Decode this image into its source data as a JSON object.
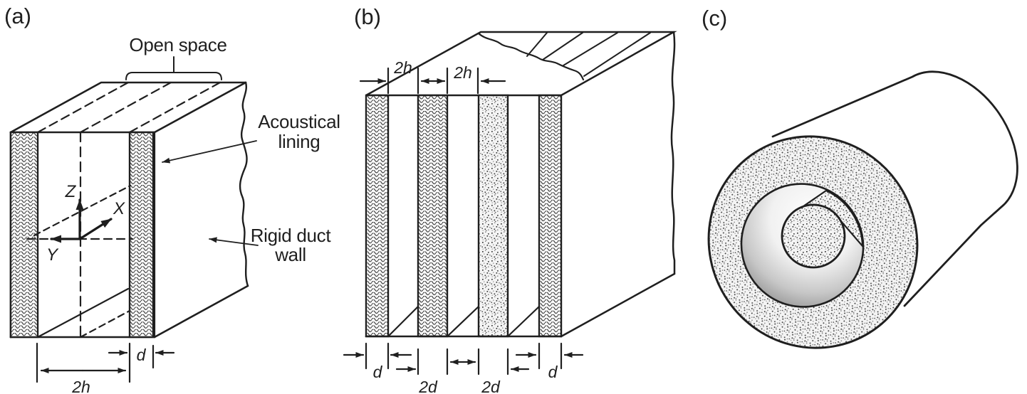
{
  "figure": {
    "background": "#ffffff",
    "line_color": "#1f1f1f",
    "lining_texture": "wavy-hatch",
    "porous_texture": "stipple-dots"
  },
  "panel_a": {
    "tag": "(a)",
    "open_space_label": "Open space",
    "acoustical_lining_label": [
      "Acoustical",
      "lining"
    ],
    "rigid_duct_wall_label": [
      "Rigid duct",
      "wall"
    ],
    "axes": {
      "z": "Z",
      "x": "X",
      "y": "Y"
    },
    "dims": {
      "channel_width": "2h",
      "lining_thickness": "d"
    }
  },
  "panel_b": {
    "tag": "(b)",
    "dims": {
      "channel_1": "2h",
      "channel_2": "2h",
      "baffle_outer_left": "d",
      "baffle_inner_left": "2d",
      "baffle_inner_right": "2d",
      "baffle_outer_right": "d"
    }
  },
  "panel_c": {
    "tag": "(c)"
  }
}
